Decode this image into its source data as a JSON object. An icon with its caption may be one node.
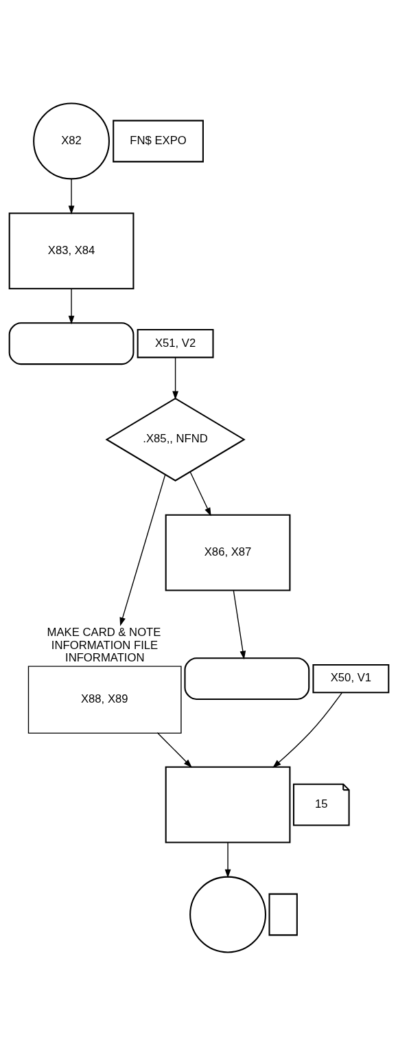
{
  "diagram": {
    "nodes": [
      {
        "text": [
          "X82"
        ]
      },
      {
        "text": [
          "FN$ EXPO"
        ]
      },
      {
        "text": [
          "X83, X84"
        ]
      },
      {
        "text": [],
        "shape": "oval"
      },
      {
        "text": [
          "X51, V2"
        ]
      },
      {
        "text": [
          ".X85,, NFND"
        ]
      },
      {
        "text": [
          "MAKE CARD & NOTE INFORMATION FILE INFORMATION",
          "X88, X89"
        ]
      },
      {
        "text": [
          "X86, X87"
        ]
      },
      {
        "text": [],
        "shape": "oval"
      },
      {
        "text": [
          "X50, V1"
        ]
      },
      {
        "text": [],
        "shape": "box"
      },
      {
        "text": [
          "15"
        ]
      },
      {
        "text": [],
        "shape": "circle"
      },
      {
        "text": [],
        "shape": "box"
      }
    ],
    "edges": [
      {
        "from": 0,
        "to": 2,
        "arrow": "to"
      },
      {
        "from": 2,
        "to": 3,
        "arrow": "to"
      },
      {
        "from": 4,
        "to": 5,
        "arrow": "to"
      },
      {
        "from": 5,
        "to": 6,
        "arrow": "to"
      },
      {
        "from": 5,
        "to": 7,
        "arrow": "to"
      },
      {
        "from": 7,
        "to": 8,
        "arrow": "to"
      },
      {
        "from": 9,
        "to": 10,
        "arrow": "to"
      },
      {
        "from": 6,
        "to": 10,
        "arrow": "to"
      },
      {
        "from": 10,
        "to": 12,
        "arrow": "to"
      }
    ]
  }
}
